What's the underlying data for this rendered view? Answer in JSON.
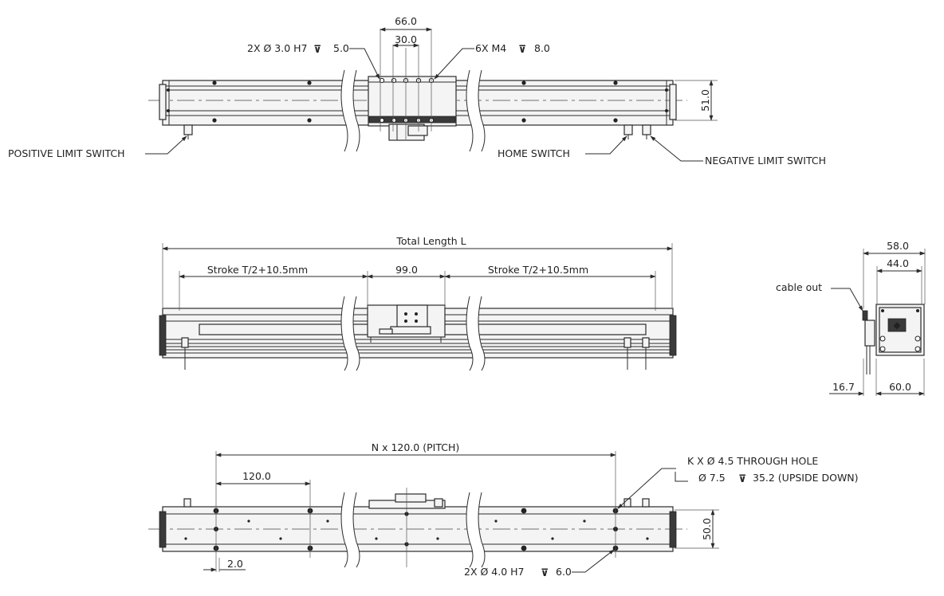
{
  "top_view": {
    "dim_66": "66.0",
    "dim_30": "30.0",
    "dim_51": "51.0",
    "note_dowel": "2X Ø 3.0 H7",
    "note_dowel_depth": "5.0",
    "note_tap": "6X M4",
    "note_tap_depth": "8.0",
    "positive_limit": "POSITIVE LIMIT SWITCH",
    "home_switch": "HOME SWITCH",
    "negative_limit": "NEGATIVE LIMIT SWITCH"
  },
  "side_view": {
    "total_length": "Total Length L",
    "stroke_left": "Stroke T/2+10.5mm",
    "carriage": "99.0",
    "stroke_right": "Stroke T/2+10.5mm"
  },
  "end_view": {
    "dim_58": "58.0",
    "dim_44": "44.0",
    "cable_out": "cable out",
    "dim_16_7": "16.7",
    "dim_60": "60.0"
  },
  "bottom_view": {
    "pitch": "N x 120.0  (PITCH)",
    "dim_120": "120.0",
    "through_hole": "K X Ø  4.5 THROUGH HOLE",
    "counterbore": "Ø  7.5",
    "counterbore_rest": "35.2  (UPSIDE DOWN)",
    "dim_50": "50.0",
    "dim_2": "2.0",
    "note_dowel": "2X Ø  4.0 H7",
    "note_dowel_depth": "6.0"
  }
}
